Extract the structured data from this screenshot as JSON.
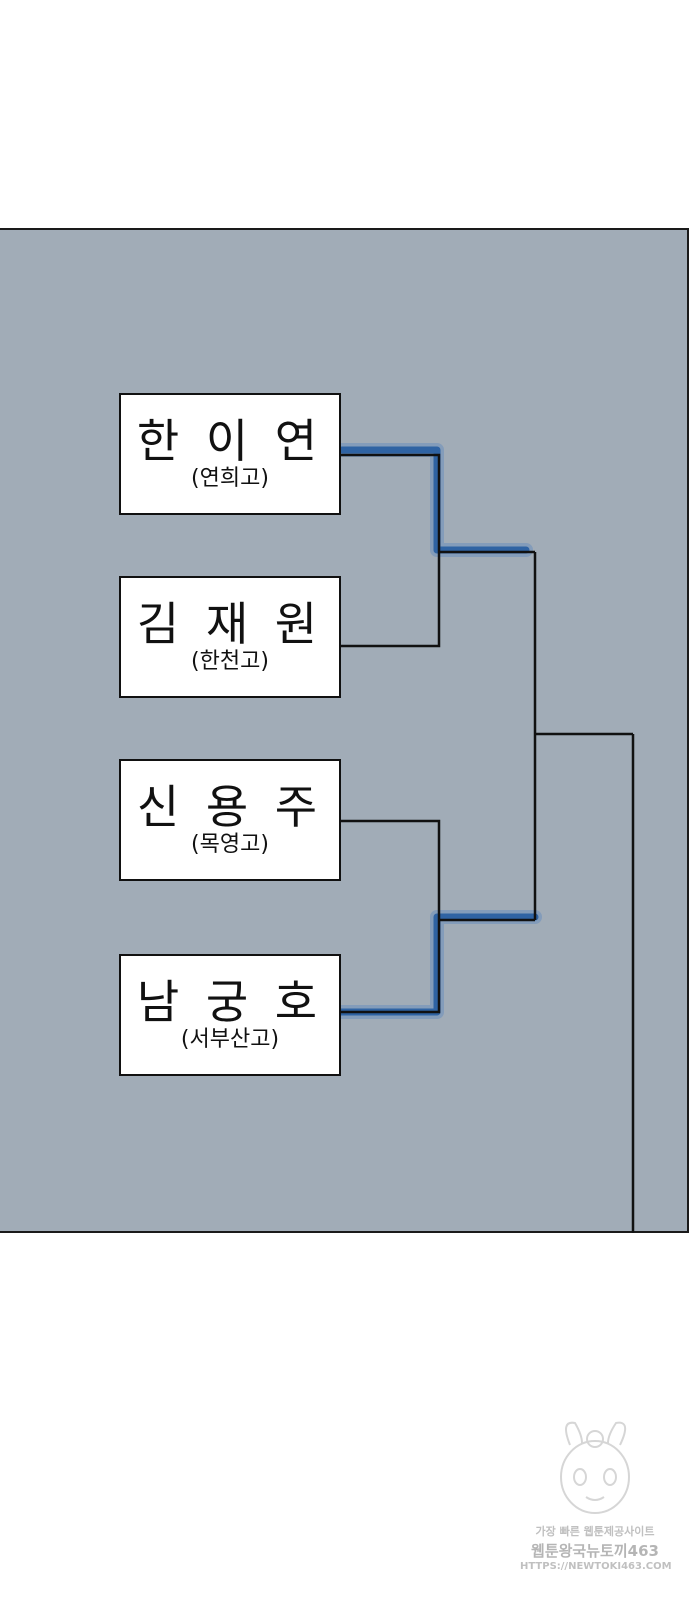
{
  "players": [
    {
      "name": "한 이 연",
      "school": "(연희고)"
    },
    {
      "name": "김 재 원",
      "school": "(한천고)"
    },
    {
      "name": "신 용 주",
      "school": "(목영고)"
    },
    {
      "name": "남 궁 호",
      "school": "(서부산고)"
    }
  ],
  "watermark": {
    "line1": "가장 빠른 웹툰제공사이트",
    "line2": "웹툰왕국뉴토끼463",
    "line3": "HTTPS://NEWTOKI463.COM"
  },
  "colors": {
    "panel": "#a1acb7",
    "bracket_line": "#111111",
    "winner_highlight": "#2f63a3"
  }
}
